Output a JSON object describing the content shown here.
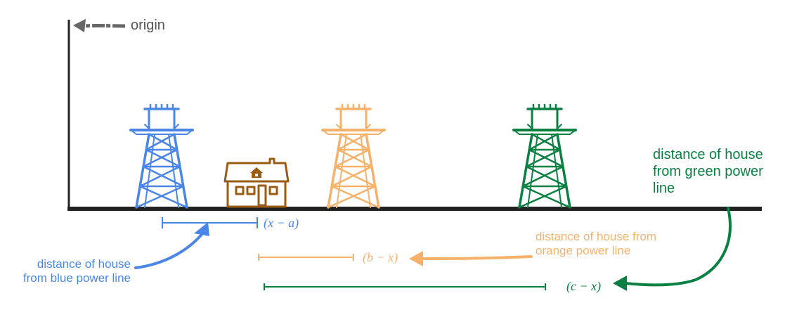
{
  "labels": {
    "origin": "origin",
    "blue_note_line1": "distance of house",
    "blue_note_line2": "from blue power line",
    "orange_note_line1": "distance of house from",
    "orange_note_line2": "orange power line",
    "green_note_line1": "distance of house",
    "green_note_line2": "from green power",
    "green_note_line3": "line"
  },
  "expressions": {
    "blue": "(x − a)",
    "orange": "(b − x)",
    "green": "(c − x)"
  },
  "colors": {
    "blue": "#4a86e8",
    "orange": "#f6b26b",
    "green": "#0b8043",
    "house": "#9a5b13",
    "axis": "#222222",
    "origin_arrow": "#666666",
    "text_gray": "#555555"
  },
  "objects": {
    "towers": [
      {
        "name": "blue-power-tower",
        "color": "blue"
      },
      {
        "name": "orange-power-tower",
        "color": "orange"
      },
      {
        "name": "green-power-tower",
        "color": "green"
      }
    ],
    "house": {
      "name": "house",
      "color": "house"
    }
  }
}
